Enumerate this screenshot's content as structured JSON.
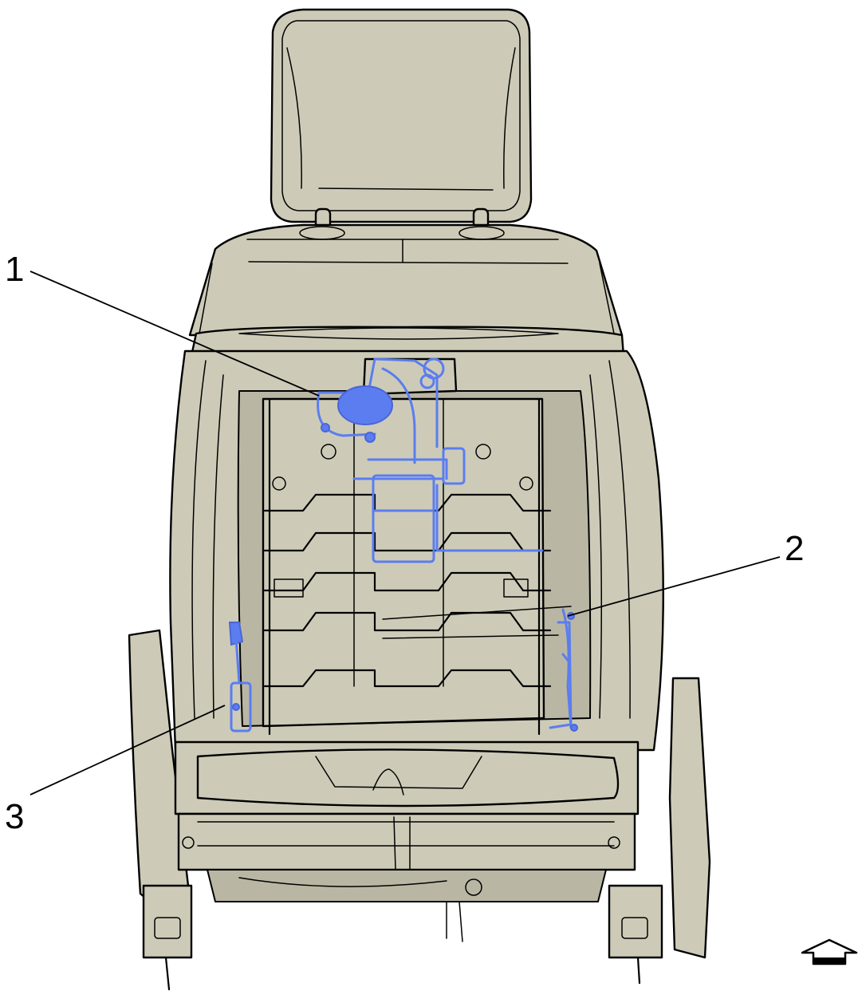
{
  "callouts": [
    {
      "id": "1",
      "label": "1"
    },
    {
      "id": "2",
      "label": "2"
    },
    {
      "id": "3",
      "label": "3"
    }
  ],
  "colors": {
    "seat_fill": "#cdcbb8",
    "highlight": "#5b7df0",
    "outline": "#000000"
  },
  "icons": {
    "orientation": "forward-arrow-icon"
  }
}
